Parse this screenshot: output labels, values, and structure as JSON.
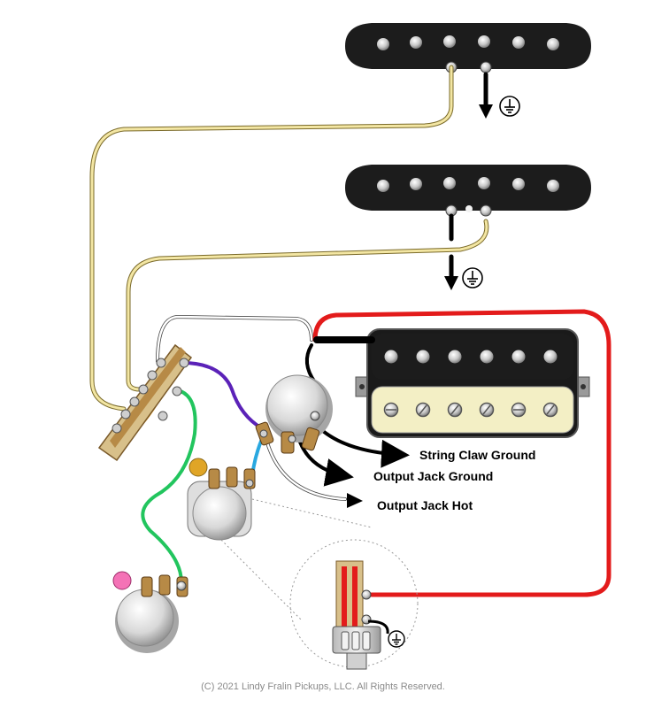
{
  "labels": {
    "string_claw_ground": "String Claw Ground",
    "output_jack_ground": "Output Jack Ground",
    "output_jack_hot": "Output Jack Hot"
  },
  "footer": {
    "copyright": "(C) 2021 Lindy Fralin Pickups, LLC. All Rights Reserved."
  },
  "colors": {
    "wire_cream": "#f3e6a3",
    "wire_white": "#ffffff",
    "wire_red": "#e31b1b",
    "wire_black": "#000000",
    "wire_purple": "#5b22b8",
    "wire_green": "#22c55e",
    "wire_blue": "#29a8e0",
    "wire_orange": "#f59e0b",
    "pickup_body": "#1c1c1c",
    "humbucker_cream": "#f3efc5",
    "tone_knob_pink": "#f472b6",
    "tone_knob_orange": "#e0a526"
  },
  "icons": [
    "ground-symbol-icon"
  ]
}
